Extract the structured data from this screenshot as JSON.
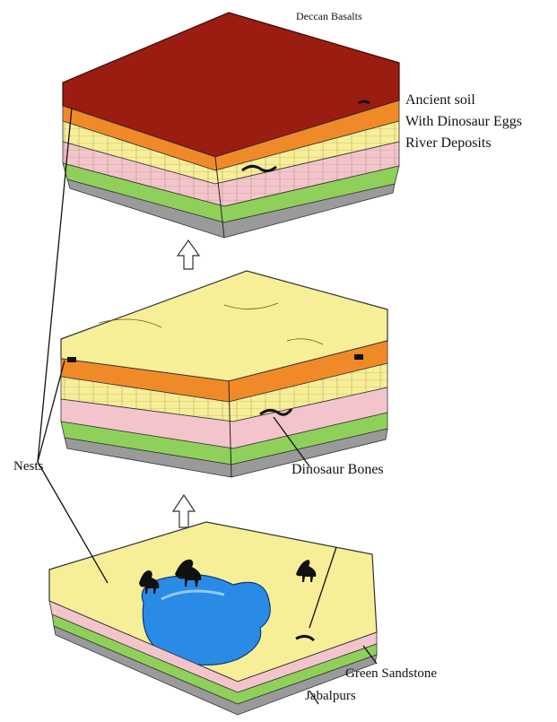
{
  "labels": {
    "top_title": "Deccan Basalts",
    "ancient_soil": "Ancient soil",
    "with_eggs": "With Dinosaur Eggs",
    "river_deposits": "River Deposits",
    "nests": "Nests",
    "dinosaur_bones": "Dinosaur Bones",
    "green_sandstone": "Green Sandstone",
    "jabalpurs": "Jabalpurs"
  },
  "colors": {
    "basalt_red": "#9b1c10",
    "soil_orange": "#f08a28",
    "sand_yellow": "#f7ee98",
    "pink_layer": "#f4c4cc",
    "green_layer": "#8fd05a",
    "gray_base": "#9a9a9a",
    "lake_blue": "#2a8be6"
  },
  "icons": [
    "up-arrow-icon",
    "dinosaur-silhouette-icon"
  ]
}
